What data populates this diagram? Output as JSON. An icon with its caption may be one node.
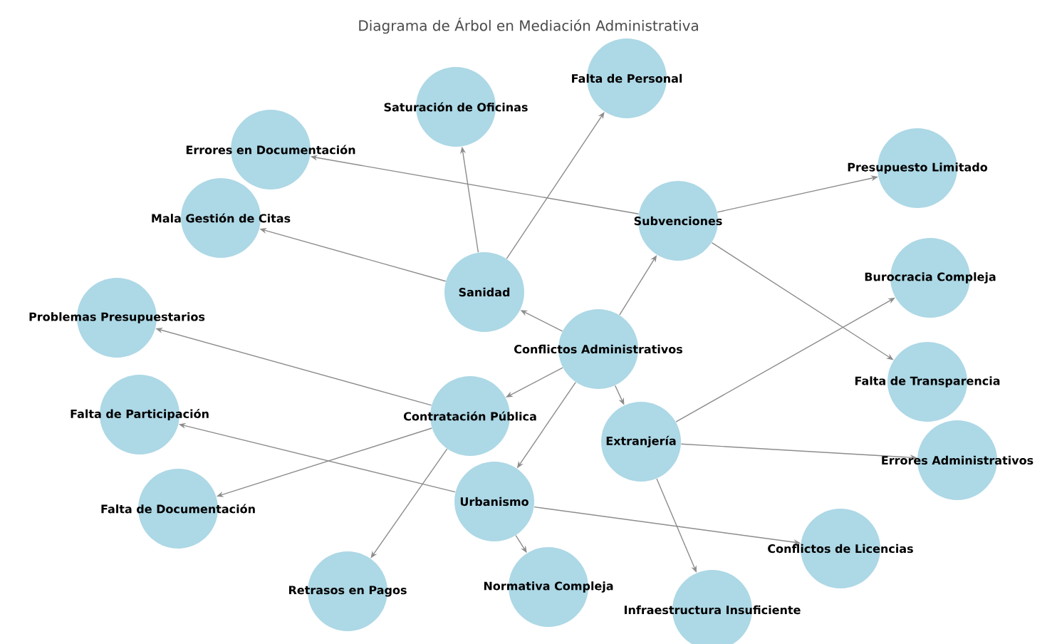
{
  "diagram": {
    "title": "Diagrama de Árbol en Mediación Administrativa",
    "nodes": [
      {
        "text": [
          "Conflictos Administrativos"
        ]
      },
      {
        "text": [
          "Sanidad"
        ]
      },
      {
        "text": [
          "Extranjería"
        ]
      },
      {
        "text": [
          "Contratación Pública"
        ]
      },
      {
        "text": [
          "Subvenciones"
        ]
      },
      {
        "text": [
          "Urbanismo"
        ]
      },
      {
        "text": [
          "Saturación de Oficinas"
        ]
      },
      {
        "text": [
          "Falta de Personal"
        ]
      },
      {
        "text": [
          "Mala Gestión de Citas"
        ]
      },
      {
        "text": [
          "Burocracia Compleja"
        ]
      },
      {
        "text": [
          "Errores Administrativos"
        ]
      },
      {
        "text": [
          "Infraestructura Insuficiente"
        ]
      },
      {
        "text": [
          "Problemas Presupuestarios"
        ]
      },
      {
        "text": [
          "Falta de Documentación"
        ]
      },
      {
        "text": [
          "Retrasos en Pagos"
        ]
      },
      {
        "text": [
          "Presupuesto Limitado"
        ]
      },
      {
        "text": [
          "Falta de Transparencia"
        ]
      },
      {
        "text": [
          "Errores en Documentación"
        ]
      },
      {
        "text": [
          "Normativa Compleja"
        ]
      },
      {
        "text": [
          "Conflictos de Licencias"
        ]
      },
      {
        "text": [
          "Falta de Participación"
        ]
      }
    ],
    "edges": [
      {
        "from": 0,
        "to": 1,
        "arrow": "to"
      },
      {
        "from": 0,
        "to": 2,
        "arrow": "to"
      },
      {
        "from": 0,
        "to": 3,
        "arrow": "to"
      },
      {
        "from": 0,
        "to": 4,
        "arrow": "to"
      },
      {
        "from": 0,
        "to": 5,
        "arrow": "to"
      },
      {
        "from": 1,
        "to": 6,
        "arrow": "to"
      },
      {
        "from": 1,
        "to": 7,
        "arrow": "to"
      },
      {
        "from": 1,
        "to": 8,
        "arrow": "to"
      },
      {
        "from": 2,
        "to": 9,
        "arrow": "to"
      },
      {
        "from": 2,
        "to": 10,
        "arrow": "to"
      },
      {
        "from": 2,
        "to": 11,
        "arrow": "to"
      },
      {
        "from": 3,
        "to": 12,
        "arrow": "to"
      },
      {
        "from": 3,
        "to": 13,
        "arrow": "to"
      },
      {
        "from": 3,
        "to": 14,
        "arrow": "to"
      },
      {
        "from": 4,
        "to": 15,
        "arrow": "to"
      },
      {
        "from": 4,
        "to": 16,
        "arrow": "to"
      },
      {
        "from": 4,
        "to": 17,
        "arrow": "to"
      },
      {
        "from": 5,
        "to": 18,
        "arrow": "to"
      },
      {
        "from": 5,
        "to": 19,
        "arrow": "to"
      },
      {
        "from": 5,
        "to": 20,
        "arrow": "to"
      }
    ]
  }
}
